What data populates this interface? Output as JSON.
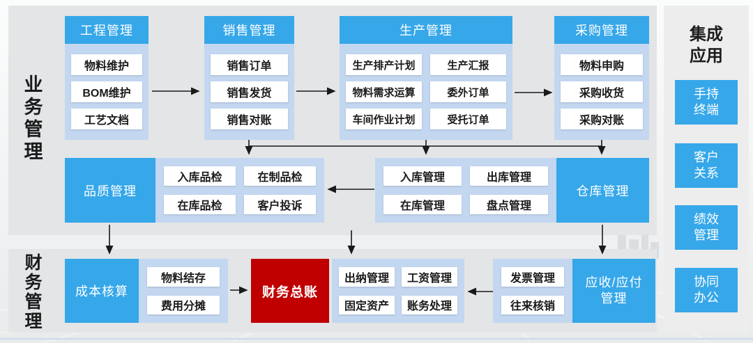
{
  "page": {
    "business_section_label": "业务管理",
    "finance_section_label": "财务管理"
  },
  "business": {
    "columns": [
      {
        "header": "工程管理",
        "items": [
          "物料维护",
          "BOM维护",
          "工艺文档"
        ]
      },
      {
        "header": "销售管理",
        "items": [
          "销售订单",
          "销售发货",
          "销售对账"
        ]
      },
      {
        "header": "生产管理",
        "items": [
          "生产排产计划",
          "生产汇报",
          "物料需求运算",
          "委外订单",
          "车间作业计划",
          "受托订单"
        ]
      },
      {
        "header": "采购管理",
        "items": [
          "物料申购",
          "采购收货",
          "采购对账"
        ]
      }
    ],
    "quality": {
      "label": "品质管理",
      "items": [
        "入库品检",
        "在制品检",
        "在库品检",
        "客户投诉"
      ]
    },
    "warehouse": {
      "label": "仓库管理",
      "items": [
        "入库管理",
        "出库管理",
        "在库管理",
        "盘点管理"
      ]
    }
  },
  "finance": {
    "cost": {
      "label": "成本核算",
      "items": [
        "物料结存",
        "费用分摊"
      ]
    },
    "general_ledger": {
      "label": "财务总账"
    },
    "cashier_group": {
      "items": [
        "出纳管理",
        "工资管理",
        "固定资产",
        "账务处理"
      ]
    },
    "invoice_group": {
      "items": [
        "发票管理",
        "往来核销"
      ]
    },
    "ar_ap": {
      "line1": "应收/应付",
      "line2": "管理"
    }
  },
  "sidebar": {
    "title": "集成应用",
    "items": [
      "手持终端",
      "客户关系",
      "绩效管理",
      "协同办公"
    ]
  },
  "colors": {
    "accent_blue": "#36a7e9",
    "container_blue": "#c3d7f0",
    "ledger_red": "#c00000",
    "panel_gray": "#e3e5e7",
    "arrow_black": "#1a1a1a"
  }
}
